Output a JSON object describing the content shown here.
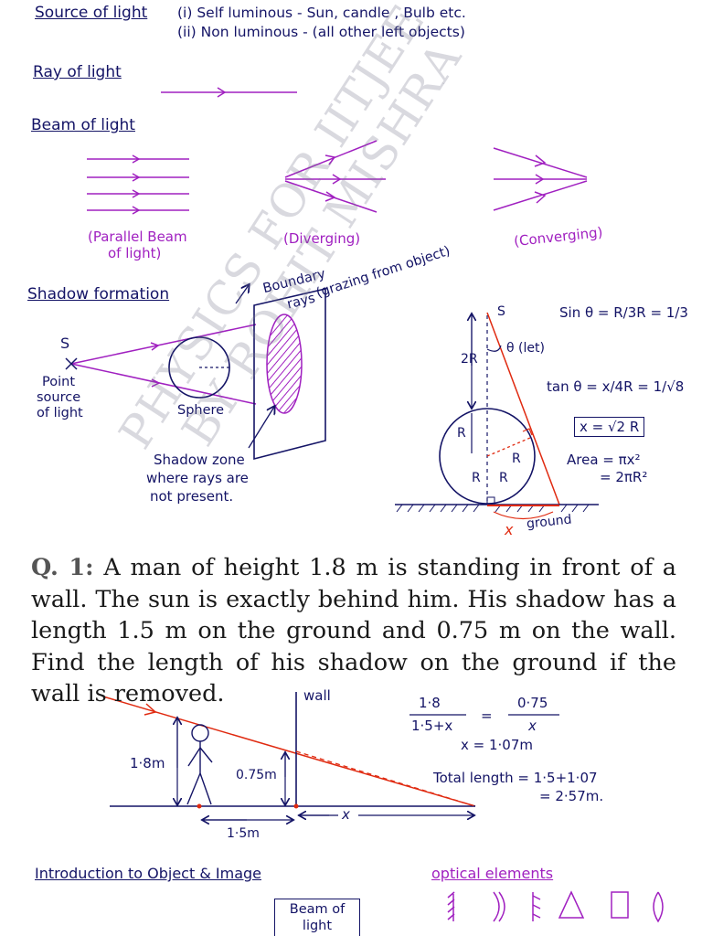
{
  "source": {
    "heading": "Source of light",
    "line1": "(i) Self luminous - Sun, candle , Bulb etc.",
    "line2": "(ii) Non luminous - (all other left objects)"
  },
  "ray": {
    "heading": "Ray of light"
  },
  "beam": {
    "heading": "Beam of light",
    "parallel_line1": "(Parallel Beam",
    "parallel_line2": "of light)",
    "diverging": "(Diverging)",
    "converging": "(Converging)"
  },
  "shadow": {
    "heading": "Shadow formation",
    "s_label": "S",
    "point_source_1": "Point",
    "point_source_2": "source",
    "point_source_3": "of light",
    "sphere": "Sphere",
    "boundary_1": "Boundary",
    "boundary_2": "rays",
    "grazing": "(grazing from object)",
    "zone_1": "Shadow zone",
    "zone_2": "where rays are",
    "zone_3": "not present."
  },
  "geometry": {
    "s": "S",
    "two_r": "2R",
    "theta": "θ (let)",
    "r_upper": "R",
    "r_left": "R",
    "r_mid": "R",
    "r_right": "R",
    "sin": "Sin θ = R/3R = 1/3",
    "tan": "tan θ = x/4R = 1/√8",
    "result": "x = √2 R",
    "area_1": "Area = πx²",
    "area_2": "= 2πR²",
    "x_label": "x",
    "ground": "ground"
  },
  "question": {
    "label": "Q. 1:",
    "text": "A man of height 1.8 m is standing in front of a wall. The sun is exactly behind him. His shadow has a length 1.5 m on the ground and 0.75 m on the wall. Find the length of his shadow on the ground if the wall is removed."
  },
  "solution": {
    "wall": "wall",
    "h_man": "1·8m",
    "h_wall": "0.75m",
    "ground_len": "1·5m",
    "x": "x",
    "eq_left_num": "1·8",
    "eq_left_den": "1·5+x",
    "eq_right_num": "0·75",
    "eq_right_den": "x",
    "eq_x": "x = 1·07m",
    "total_1": "Total length = 1·5+1·07",
    "total_2": "= 2·57m."
  },
  "intro": {
    "heading": "Introduction to Object & Image",
    "optical": "optical elements",
    "beam_box": "Beam of light"
  },
  "watermark": {
    "line1": "PHYSICS FOR IITJEE",
    "line2": "BY ROHIT MISHRA"
  },
  "colors": {
    "ink": "#141466",
    "purple": "#a020c0",
    "red": "#e02a10"
  }
}
